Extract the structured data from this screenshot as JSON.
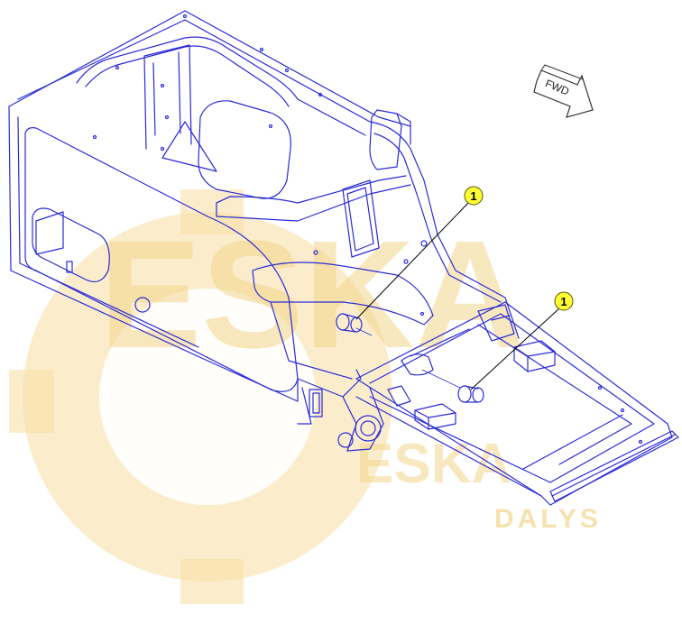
{
  "watermark": {
    "brand": "ESKA",
    "sub": "DALYS",
    "color": "#f3d68c"
  },
  "direction_arrow": {
    "label": "FWD",
    "icon": "forward-arrow-icon"
  },
  "callouts": [
    {
      "label": "1"
    },
    {
      "label": "1"
    }
  ],
  "colors": {
    "line": "#2b2bd8",
    "callout_fill": "#ffff33"
  }
}
